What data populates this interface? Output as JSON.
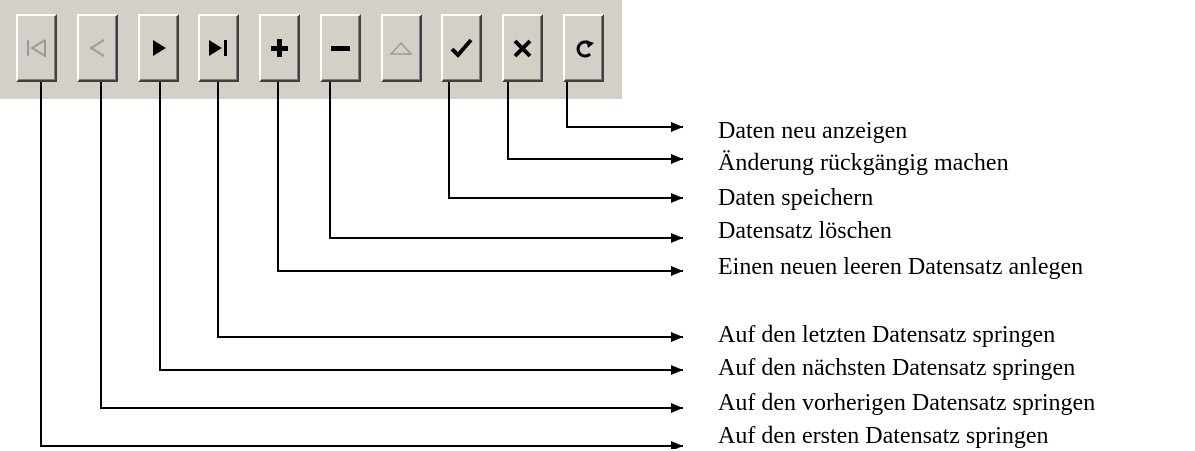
{
  "toolbar": {
    "buttons": [
      {
        "id": "first",
        "icon": "first-record-icon",
        "enabled": false
      },
      {
        "id": "prior",
        "icon": "prior-record-icon",
        "enabled": false
      },
      {
        "id": "next",
        "icon": "next-record-icon",
        "enabled": true
      },
      {
        "id": "last",
        "icon": "last-record-icon",
        "enabled": true
      },
      {
        "id": "insert",
        "icon": "plus-icon",
        "enabled": true
      },
      {
        "id": "delete",
        "icon": "minus-icon",
        "enabled": true
      },
      {
        "id": "edit",
        "icon": "triangle-up-icon",
        "enabled": false
      },
      {
        "id": "post",
        "icon": "checkmark-icon",
        "enabled": true
      },
      {
        "id": "cancel",
        "icon": "x-icon",
        "enabled": true
      },
      {
        "id": "refresh",
        "icon": "refresh-icon",
        "enabled": true
      }
    ],
    "colors": {
      "face": "#d4d0c8",
      "icon_enabled": "#000000",
      "icon_disabled": "#9a9a9a"
    }
  },
  "labels": {
    "refresh": "Daten neu anzeigen",
    "cancel": "Änderung rückgängig machen",
    "post": "Daten speichern",
    "delete": "Datensatz löschen",
    "insert": "Einen neuen leeren Datensatz anlegen",
    "last": "Auf den letzten Datensatz springen",
    "next": "Auf den nächsten Datensatz springen",
    "prior": "Auf den vorherigen Datensatz springen",
    "first": "Auf den ersten Datensatz springen"
  }
}
